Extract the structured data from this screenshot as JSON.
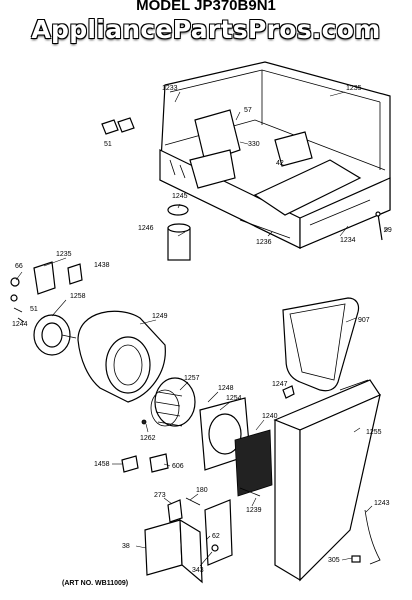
{
  "header": {
    "model_title": "MODEL JP370B9N1",
    "watermark": "AppliancePartsPros.com"
  },
  "art_number": "(ART NO. WB11009)",
  "parts": {
    "p1233": "1233",
    "p1235a": "1235",
    "p57": "57",
    "p330": "330",
    "p42": "42",
    "p51a": "51",
    "p1245": "1245",
    "p1246": "1246",
    "p1236": "1236",
    "p1234": "1234",
    "p59": "59",
    "p1235b": "1235",
    "p1438": "1438",
    "p66": "66",
    "p51b": "51",
    "p1244": "1244",
    "p1258": "1258",
    "p1249": "1249",
    "p907": "907",
    "p1257": "1257",
    "p1248": "1248",
    "p1247": "1247",
    "p1254": "1254",
    "p1240": "1240",
    "p1255": "1255",
    "p1262": "1262",
    "p1458": "1458",
    "p606": "606",
    "p273": "273",
    "p180": "180",
    "p1239": "1239",
    "p1243": "1243",
    "p38": "38",
    "p62": "62",
    "p343": "343",
    "p305": "305"
  }
}
